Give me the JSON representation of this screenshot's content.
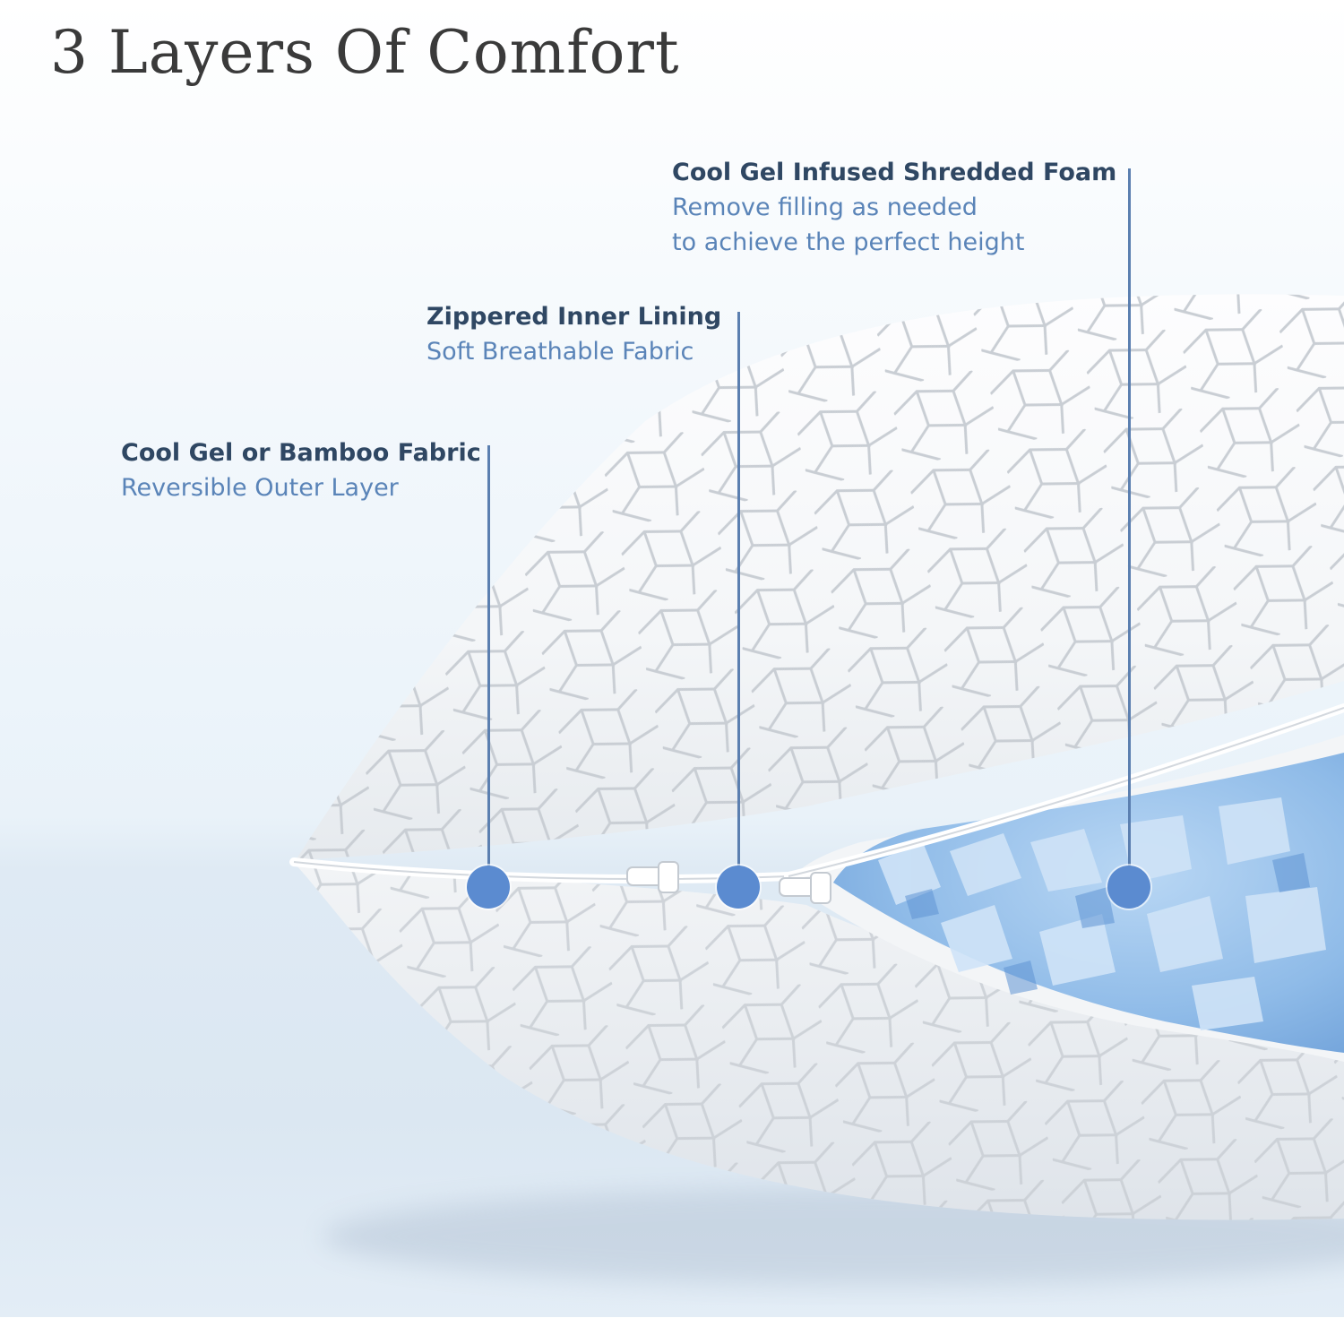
{
  "headline": "3 Layers Of Comfort",
  "callouts": [
    {
      "title": "Cool Gel Infused Shredded Foam",
      "line1": "Remove filling as needed",
      "line2": "to achieve the perfect height"
    },
    {
      "title": "Zippered Inner Lining",
      "line1": "Soft Breathable Fabric"
    },
    {
      "title": "Cool Gel or Bamboo Fabric",
      "line1": "Reversible Outer Layer"
    }
  ],
  "colors": {
    "marker": "#5b8bd0",
    "title_text": "#2f4763",
    "subtitle_text": "#5a84b8",
    "foam": "#9cc4ec"
  }
}
